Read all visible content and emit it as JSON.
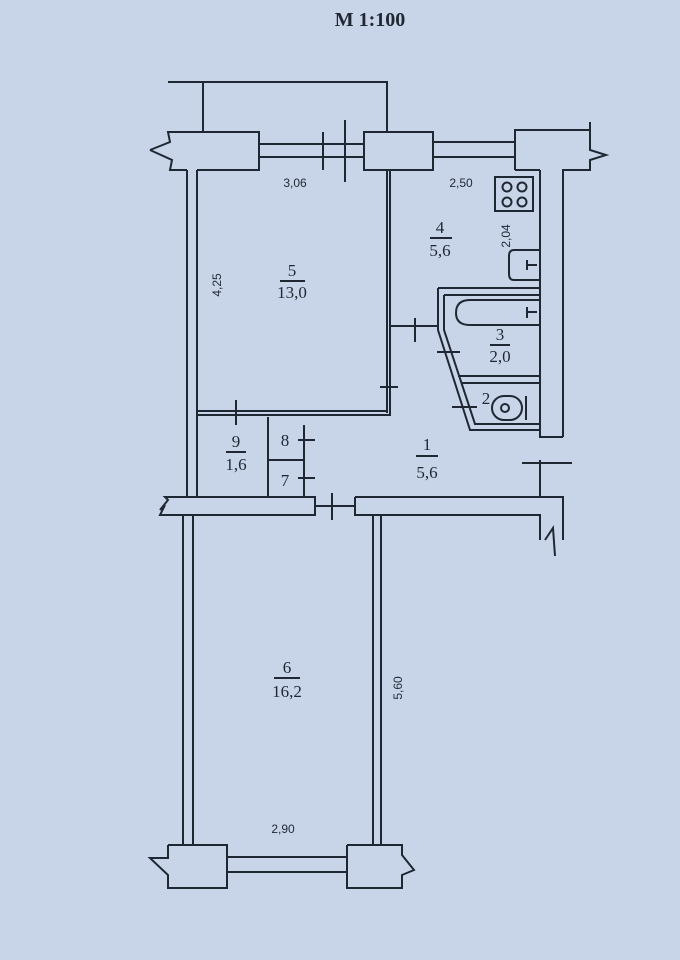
{
  "title": "М 1:100",
  "rooms": [
    {
      "number": "1",
      "area": "5,6"
    },
    {
      "number": "2"
    },
    {
      "number": "3",
      "area": "2,0"
    },
    {
      "number": "4",
      "area": "5,6"
    },
    {
      "number": "5",
      "area": "13,0"
    },
    {
      "number": "6",
      "area": "16,2"
    },
    {
      "number": "7"
    },
    {
      "number": "8"
    },
    {
      "number": "9",
      "area": "1,6"
    }
  ],
  "dimensions": {
    "room5_width": "3,06",
    "room5_depth": "4,25",
    "room4_width": "2,50",
    "room4_depth": "2,04",
    "room6_width": "2,90",
    "room6_depth": "5,60"
  }
}
